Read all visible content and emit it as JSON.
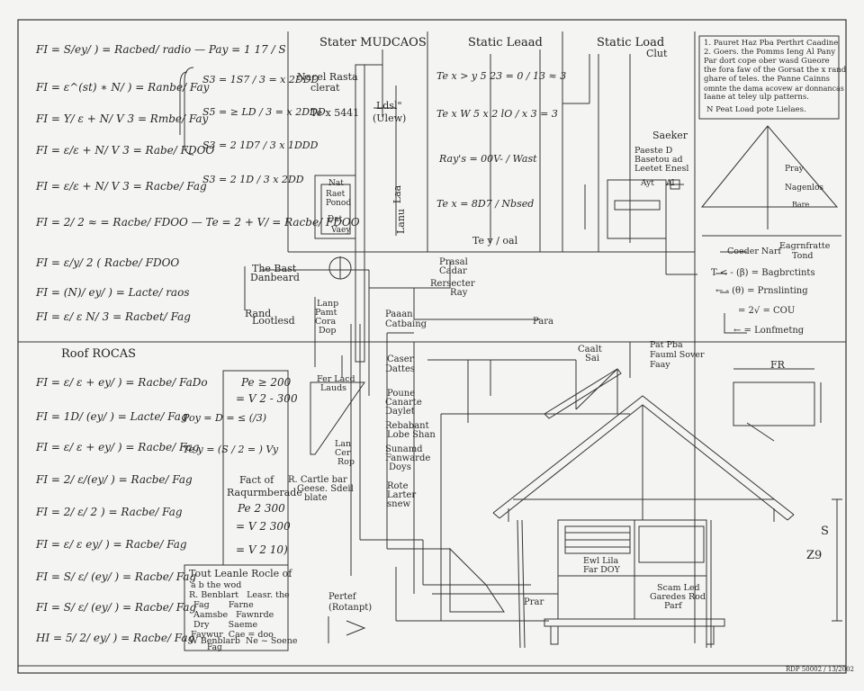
{
  "titles": {
    "panel_a": "Stater MUDCAOS",
    "panel_b": "Static Leaad",
    "panel_c": "Static Load",
    "roof": "Roof ROCAS"
  },
  "left_equations": [
    "FI = S/ey/ ) = Racbed/ radio  —  Pay = 1 17 / S",
    "FI = ε^(st) ∗ N/ ) = Ranbe/ Fay",
    "FI = Y/ ε + N/ V 3 = Rmbe/ Fay",
    "FI = ε/ε + N/ V 3 = Rabe/ FDOO",
    "FI = ε/ε + N/ V 3 = Racbe/ Fag",
    "FI = 2/ 2 ≈ = Racbe/ FDOO  —  Te = 2 + V/ = Racbe/ FDOO",
    "FI = ε/y/ 2 ( Racbe/ FDOO",
    "FI = (N)/ ey/ ) = Lacte/ raos",
    "FI = ε/ ε N/ 3 = Racbet/ Fag"
  ],
  "bracket_values": [
    "S3 = 1S7 / 3 = x 2DDD",
    "S5 = ≥ LD / 3 = x 2DDD",
    "S3 = 2 1D7 / 3 x 1DDD",
    "S3 = 2 1D / 3 x 2DD"
  ],
  "roof_equations": [
    "FI = ε/ ε + ey/ ) = Racbe/ FaDo",
    "FI = 1D/ (ey/ ) = Lacte/ Fag",
    "FI = ε/ ε + ey/ ) = Racbe/ Fag",
    "FI = 2/ ε/(ey/ ) = Racbe/ Fag",
    "FI = 2/ ε/ 2 ) = Racbe/ Fag",
    "FI = ε/ ε ey/ ) = Racbe/ Fag",
    "FI = S/ ε/ (ey/ ) = Racbe/ Fag",
    "FI = S/ ε/ (ey/ ) = Racbe/ Fag",
    "HI = 5/ 2/ ey/ ) = Racbe/ Fag"
  ],
  "roof_box": {
    "lines": [
      "Pe ≥ 200",
      "= V 2 - 300",
      "",
      "",
      "Fact of",
      "Raqurmberade",
      "",
      "Pe 2 300",
      "= V 2 300",
      "",
      "= V 2 10)"
    ]
  },
  "roof_mid_eq": [
    "Poy = D = ≤ (/3)",
    "Te y = (S / 2 = ) Vy"
  ],
  "lower_box": {
    "title": "Tout Leanle Rocle of",
    "lines": [
      "a b the wod",
      "R. Benblart   Leasr. the",
      "Fag       Farne",
      "Aamsbe   Fawnrde",
      "Dry       Saeme",
      "Faywur  Cae = doo",
      "",
      "W Benblarb  Ne ~ Soene",
      "Fag"
    ]
  },
  "note_box": {
    "lines": [
      "1. Pauret Haz Pba Perthrt Caadine",
      "2. Goers. the Pomms Ieng Al Pany",
      "Par dort cope ober wasd Gueore",
      "the fora faw of the Gorsat the x rand",
      "ghare of teles. the Panne Cainns",
      "omnte the dama acovew ar donnancas",
      "Iaane at teley ulp patterns.",
      "",
      "N Peat Load pote Lielaes."
    ]
  },
  "labels": {
    "panel_a": [
      "Nacel Rasta",
      "clerat",
      "Te x 5441",
      "Ldsl\"",
      "(Ulew)",
      "Nat",
      "Raet",
      "Ponod",
      "Dat",
      "Vaey",
      "Lanu",
      "Laa"
    ],
    "panel_b": [
      "Te x > y 5 23 = 0 / 13 ≈ 3",
      "Te x W 5 x 2 lO / x 3 = 3",
      "Ray's = 00V- / Wast",
      "Te x = 8D7 / Nbsed",
      "Te y / oal"
    ],
    "panel_c": [
      "Clut",
      "Saeker",
      "Paeste D",
      "Basetou ad",
      "Leetet Enesl",
      "Ayt",
      "Al"
    ],
    "triangle": [
      "Pray",
      "Nagenlos",
      "Bare"
    ],
    "right_eqs": [
      "Coeder Narf",
      "Eagrnfratte",
      "Tond",
      "T < - (β) = Bagbrctints",
      "← - (θ) = Prnslinting",
      "= 2√ = COU",
      "← = Lonfmetng"
    ],
    "mid": [
      "The Bast",
      "Danbeard",
      "Rand",
      "Lootlesd",
      "Prasal",
      "Cadar",
      "Rersecter",
      "Ray",
      "Paaan",
      "Catbaing",
      "Lanp",
      "Pamt",
      "Cora",
      "Dop",
      "Para",
      "Caser",
      "Dattes",
      "Poune",
      "Canarte",
      "Daylet",
      "Rebabant",
      "Lobe Shan",
      "Sunamd",
      "Fanwarde",
      "Doys",
      "Rote",
      "Larter",
      "snew",
      "Fer Lacd",
      "Lauds",
      "Lan",
      "Cer",
      "Rop",
      "R. Cartle bar",
      "Geese. Sdeil",
      "blate",
      "Pertef",
      "(Rotanpt)",
      "Caalt",
      "Sai",
      "Prar",
      "Pat Pba",
      "Fauml Sover",
      "Faay"
    ],
    "house": [
      "Ewl Lila",
      "Far DOY",
      "Scam Led",
      "Garedes Rod",
      "Parf"
    ],
    "dims": [
      "FR",
      "Z9",
      "S"
    ],
    "footer": [
      "RDP 50002 / 13/2002"
    ]
  }
}
